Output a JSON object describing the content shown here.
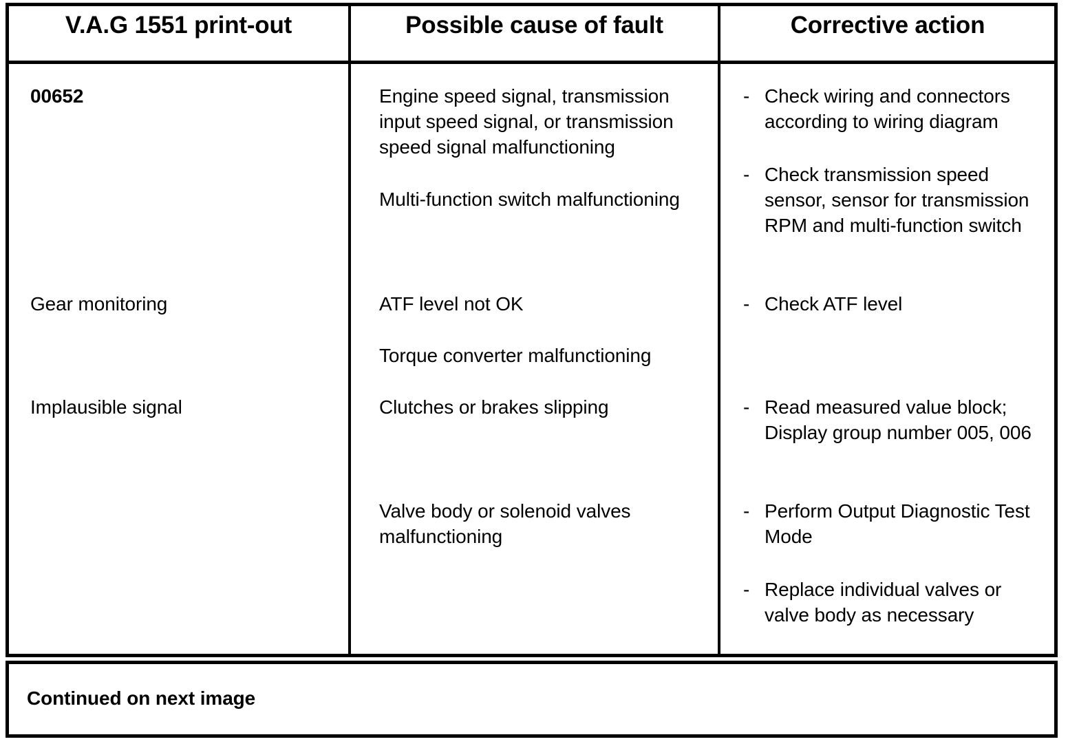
{
  "table": {
    "headers": [
      "V.A.G 1551 print-out",
      "Possible cause of fault",
      "Corrective action"
    ],
    "col1": {
      "fault_code": "00652",
      "gear_monitoring": "Gear monitoring",
      "implausible_signal": "Implausible signal"
    },
    "col2": {
      "engine_speed": "Engine speed signal, transmission input speed signal, or transmission speed signal malfunctioning",
      "multi_function_switch": "Multi-function switch malfunctioning",
      "atf_level": "ATF level not OK",
      "torque_converter": "Torque converter malfunctioning",
      "clutches_brakes": "Clutches or brakes slipping",
      "valve_body": "Valve body or solenoid valves malfunctioning"
    },
    "col3": {
      "bullet_marker": "-",
      "check_wiring": "Check wiring and connectors according to wiring diagram",
      "check_trans_speed": "Check transmission speed sensor, sensor for transmission RPM and multi-function switch",
      "check_atf": "Check ATF level",
      "read_mvb": "Read measured value block; Display group number 005, 006",
      "output_diagnostic": "Perform Output Diagnostic Test Mode",
      "replace_valves": "Replace individual valves or valve body as necessary"
    }
  },
  "footer": {
    "continued_note": "Continued on next image"
  },
  "colors": {
    "ink": "#000000",
    "paper": "#ffffff"
  }
}
